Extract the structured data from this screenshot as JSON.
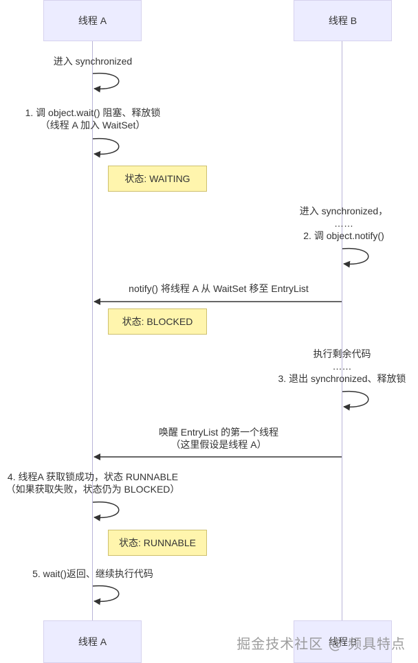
{
  "participants": {
    "a": "线程 A",
    "b": "线程 B"
  },
  "messages": {
    "m1": "进入 synchronized",
    "m2_line1": "1. 调 object.wait() 阻塞、释放锁",
    "m2_line2": "（线程 A 加入 WaitSet）",
    "m3_line1": "进入 synchronized，",
    "m3_line2": "……",
    "m3_line3": "2. 调 object.notify()",
    "m4": "notify() 将线程 A 从 WaitSet 移至 EntryList",
    "m5_line1": "执行剩余代码",
    "m5_line2": "……",
    "m5_line3": "3. 退出 synchronized、释放锁",
    "m6_line1": "唤醒 EntryList 的第一个线程",
    "m6_line2": "（这里假设是线程 A）",
    "m7_line1": "4. 线程A 获取锁成功，状态 RUNNABLE",
    "m7_line2": "（如果获取失败，状态仍为 BLOCKED）",
    "m8": "5. wait()返回、继续执行代码"
  },
  "notes": {
    "waiting": "状态: WAITING",
    "blocked": "状态: BLOCKED",
    "runnable": "状态: RUNNABLE"
  },
  "watermark": "掘金技术社区 @ 频具特点",
  "colors": {
    "participant_fill": "#ececff",
    "participant_border": "#d6d2ee",
    "note_fill": "#fff5ad",
    "note_border": "#cdbf6d",
    "line": "#333333",
    "lifeline": "#b9b4d8"
  }
}
